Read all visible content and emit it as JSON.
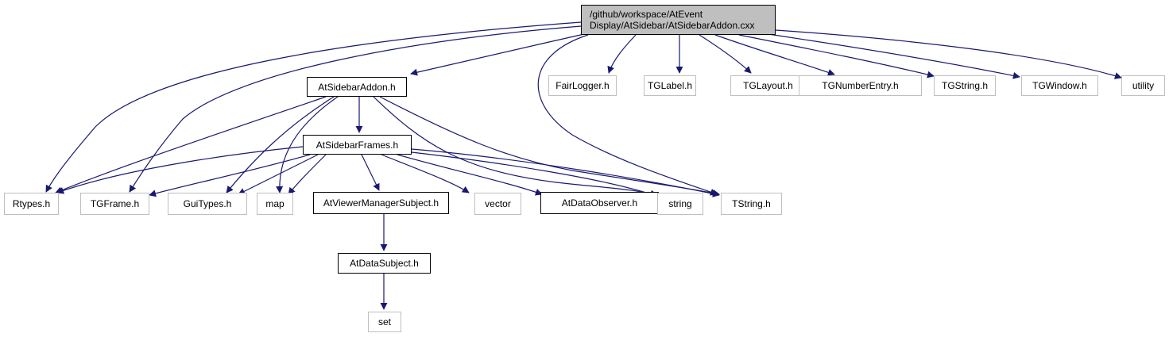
{
  "graph": {
    "title": "Include dependency graph for AtSidebarAddon.cxx",
    "edge_color": "#191970",
    "root": {
      "id": "root",
      "label_line1": "/github/workspace/AtEvent",
      "label_line2": "Display/AtSidebar/AtSidebarAddon.cxx",
      "fill": "#bfbfbf"
    },
    "nodes": [
      {
        "id": "AtSidebarAddon",
        "label": "AtSidebarAddon.h",
        "kind": "doc"
      },
      {
        "id": "FairLogger",
        "label": "FairLogger.h",
        "kind": "ext"
      },
      {
        "id": "TGLabel",
        "label": "TGLabel.h",
        "kind": "ext"
      },
      {
        "id": "TGLayout",
        "label": "TGLayout.h",
        "kind": "ext"
      },
      {
        "id": "TGNumberEntry",
        "label": "TGNumberEntry.h",
        "kind": "ext"
      },
      {
        "id": "TGString",
        "label": "TGString.h",
        "kind": "ext"
      },
      {
        "id": "TGWindow",
        "label": "TGWindow.h",
        "kind": "ext"
      },
      {
        "id": "utility",
        "label": "utility",
        "kind": "ext"
      },
      {
        "id": "AtSidebarFrames",
        "label": "AtSidebarFrames.h",
        "kind": "doc"
      },
      {
        "id": "Rtypes",
        "label": "Rtypes.h",
        "kind": "ext"
      },
      {
        "id": "TGFrame",
        "label": "TGFrame.h",
        "kind": "ext"
      },
      {
        "id": "GuiTypes",
        "label": "GuiTypes.h",
        "kind": "ext"
      },
      {
        "id": "map",
        "label": "map",
        "kind": "ext"
      },
      {
        "id": "AtViewerManagerSubject",
        "label": "AtViewerManagerSubject.h",
        "kind": "doc"
      },
      {
        "id": "vector",
        "label": "vector",
        "kind": "ext"
      },
      {
        "id": "AtDataObserver",
        "label": "AtDataObserver.h",
        "kind": "doc"
      },
      {
        "id": "string",
        "label": "string",
        "kind": "ext"
      },
      {
        "id": "TString",
        "label": "TString.h",
        "kind": "ext"
      },
      {
        "id": "AtDataSubject",
        "label": "AtDataSubject.h",
        "kind": "doc"
      },
      {
        "id": "set",
        "label": "set",
        "kind": "ext"
      }
    ],
    "edges": [
      {
        "from": "root",
        "to": "AtSidebarAddon"
      },
      {
        "from": "root",
        "to": "FairLogger"
      },
      {
        "from": "root",
        "to": "TGLabel"
      },
      {
        "from": "root",
        "to": "TGLayout"
      },
      {
        "from": "root",
        "to": "TGNumberEntry"
      },
      {
        "from": "root",
        "to": "TGString"
      },
      {
        "from": "root",
        "to": "TGWindow"
      },
      {
        "from": "root",
        "to": "utility"
      },
      {
        "from": "root",
        "to": "Rtypes"
      },
      {
        "from": "root",
        "to": "TGFrame"
      },
      {
        "from": "root",
        "to": "TString"
      },
      {
        "from": "AtSidebarAddon",
        "to": "AtSidebarFrames"
      },
      {
        "from": "AtSidebarAddon",
        "to": "Rtypes"
      },
      {
        "from": "AtSidebarAddon",
        "to": "GuiTypes"
      },
      {
        "from": "AtSidebarAddon",
        "to": "map"
      },
      {
        "from": "AtSidebarAddon",
        "to": "string"
      },
      {
        "from": "AtSidebarAddon",
        "to": "TString"
      },
      {
        "from": "AtSidebarFrames",
        "to": "Rtypes"
      },
      {
        "from": "AtSidebarFrames",
        "to": "TGFrame"
      },
      {
        "from": "AtSidebarFrames",
        "to": "GuiTypes"
      },
      {
        "from": "AtSidebarFrames",
        "to": "map"
      },
      {
        "from": "AtSidebarFrames",
        "to": "AtViewerManagerSubject"
      },
      {
        "from": "AtSidebarFrames",
        "to": "vector"
      },
      {
        "from": "AtSidebarFrames",
        "to": "AtDataObserver"
      },
      {
        "from": "AtSidebarFrames",
        "to": "string"
      },
      {
        "from": "AtSidebarFrames",
        "to": "TString"
      },
      {
        "from": "AtViewerManagerSubject",
        "to": "AtDataSubject"
      },
      {
        "from": "AtDataSubject",
        "to": "set"
      }
    ]
  }
}
